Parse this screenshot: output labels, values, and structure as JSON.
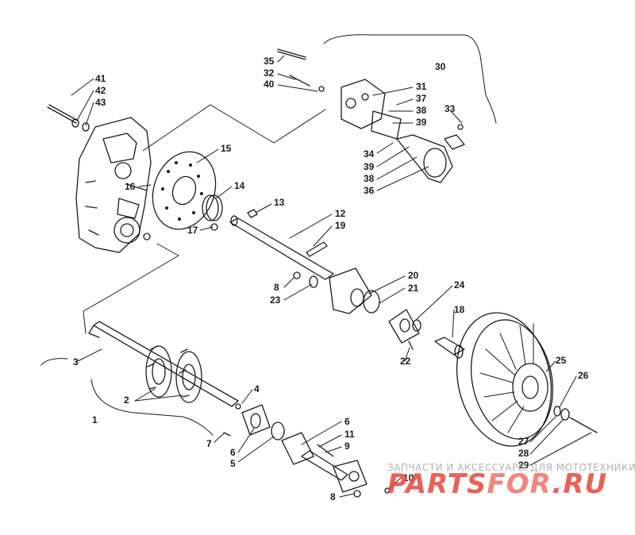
{
  "diagram": {
    "callouts": [
      {
        "id": "c41",
        "text": "41"
      },
      {
        "id": "c42",
        "text": "42"
      },
      {
        "id": "c43",
        "text": "43"
      },
      {
        "id": "c35",
        "text": "35"
      },
      {
        "id": "c32",
        "text": "32"
      },
      {
        "id": "c40",
        "text": "40"
      },
      {
        "id": "c30",
        "text": "30"
      },
      {
        "id": "c31",
        "text": "31"
      },
      {
        "id": "c37",
        "text": "37"
      },
      {
        "id": "c38a",
        "text": "38"
      },
      {
        "id": "c39a",
        "text": "39"
      },
      {
        "id": "c33",
        "text": "33"
      },
      {
        "id": "c34",
        "text": "34"
      },
      {
        "id": "c39b",
        "text": "39"
      },
      {
        "id": "c38b",
        "text": "38"
      },
      {
        "id": "c36",
        "text": "36"
      },
      {
        "id": "c15",
        "text": "15"
      },
      {
        "id": "c16",
        "text": "16"
      },
      {
        "id": "c14",
        "text": "14"
      },
      {
        "id": "c13",
        "text": "13"
      },
      {
        "id": "c17",
        "text": "17"
      },
      {
        "id": "c12",
        "text": "12"
      },
      {
        "id": "c19",
        "text": "19"
      },
      {
        "id": "c8a",
        "text": "8"
      },
      {
        "id": "c23",
        "text": "23"
      },
      {
        "id": "c20",
        "text": "20"
      },
      {
        "id": "c21",
        "text": "21"
      },
      {
        "id": "c24",
        "text": "24"
      },
      {
        "id": "c18",
        "text": "18"
      },
      {
        "id": "c22",
        "text": "22"
      },
      {
        "id": "c3",
        "text": "3"
      },
      {
        "id": "c2",
        "text": "2"
      },
      {
        "id": "c4",
        "text": "4"
      },
      {
        "id": "c25",
        "text": "25"
      },
      {
        "id": "c26",
        "text": "26"
      },
      {
        "id": "c1",
        "text": "1"
      },
      {
        "id": "c7",
        "text": "7"
      },
      {
        "id": "c6a",
        "text": "6"
      },
      {
        "id": "c6b",
        "text": "6"
      },
      {
        "id": "c5",
        "text": "5"
      },
      {
        "id": "c11",
        "text": "11"
      },
      {
        "id": "c9",
        "text": "9"
      },
      {
        "id": "c27",
        "text": "27"
      },
      {
        "id": "c28",
        "text": "28"
      },
      {
        "id": "c29",
        "text": "29"
      },
      {
        "id": "c10",
        "text": "10"
      },
      {
        "id": "c8b",
        "text": "8"
      }
    ]
  },
  "watermark": {
    "caption": "ЗАПЧАСТИ И АКСЕССУАРЫ ДЛЯ МОТОТЕХНИКИ",
    "logo_part1": "PARTS",
    "logo_part2": "FOR",
    "logo_part3": ".RU",
    "colors": {
      "primary": "#e8463a",
      "secondary": "#f07068",
      "caption": "#b3b3b3"
    }
  }
}
